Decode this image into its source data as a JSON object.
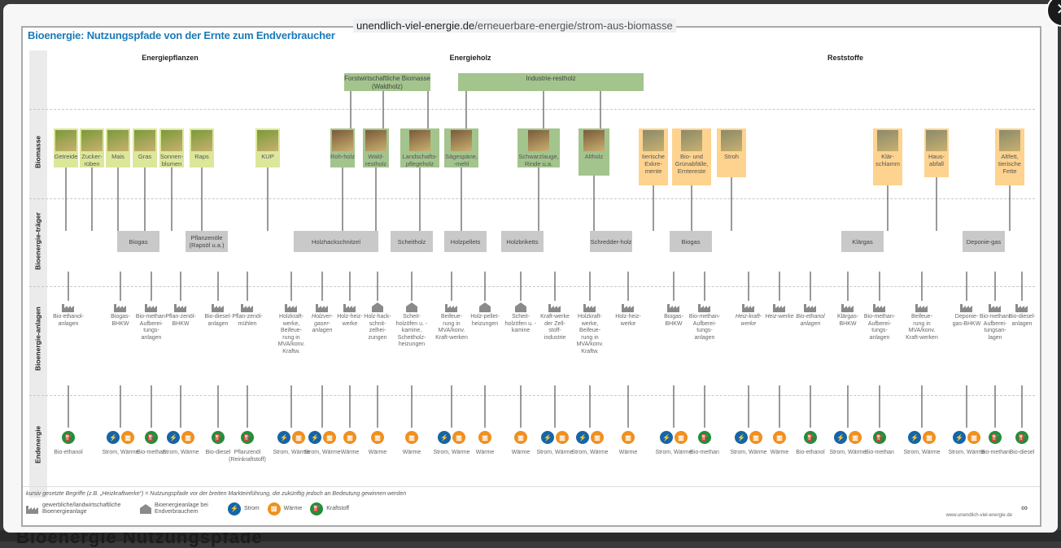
{
  "lightbox": {
    "caption_domain": "unendlich-viel-energie.de",
    "caption_path": "/erneuerbare-energie/strom-aus-biomasse",
    "close_icon": "close-icon",
    "background_text": "Bioenergie Nutzungspfade"
  },
  "diagram": {
    "title": "Bioenergie: Nutzungspfade von der Ernte zum Endverbraucher",
    "rows": [
      "Biomasse",
      "Bioenergie-träger",
      "Bioenergie-anlagen",
      "Endenergie"
    ],
    "categories": [
      {
        "label": "Energiepflanzen",
        "color": "#dde79a"
      },
      {
        "label": "Energieholz",
        "color": "#a3c48d"
      },
      {
        "label": "Reststoffe",
        "color": "#fdd38f"
      }
    ],
    "sources": [
      "Forstwirtschaftliche Biomasse (Waldholz)",
      "Industrie-restholz"
    ],
    "biomass": [
      {
        "label": "Getreide",
        "group": "plants"
      },
      {
        "label": "Zucker-rüben",
        "group": "plants"
      },
      {
        "label": "Mais",
        "group": "plants"
      },
      {
        "label": "Gras",
        "group": "plants"
      },
      {
        "label": "Sonnen-blumen",
        "group": "plants"
      },
      {
        "label": "Raps",
        "group": "plants"
      },
      {
        "label": "KUP",
        "group": "plants"
      },
      {
        "label": "Roh-holz",
        "group": "wood"
      },
      {
        "label": "Wald-restholz",
        "group": "wood"
      },
      {
        "label": "Landschafts-pflegeholz",
        "group": "wood"
      },
      {
        "label": "Sägespäne, -mehl",
        "group": "wood"
      },
      {
        "label": "Schwarzlauge, Rinde u.a.",
        "group": "wood"
      },
      {
        "label": "Altholz",
        "group": "wood"
      },
      {
        "label": "tierische Exkre-mente",
        "group": "rest"
      },
      {
        "label": "Bio- und Grünabfälle, Erntereste",
        "group": "rest"
      },
      {
        "label": "Stroh",
        "group": "rest"
      },
      {
        "label": "Klär-schlamm",
        "group": "rest"
      },
      {
        "label": "Haus-abfall",
        "group": "rest"
      },
      {
        "label": "Altfett, tierische Fette",
        "group": "rest"
      }
    ],
    "carriers": [
      "Biogas",
      "Pflanzenöle (Rapsöl u.a.)",
      "Holzhackschnitzel",
      "Scheitholz",
      "Holzpellets",
      "Holzbriketts",
      "Schredder-holz",
      "Biogas",
      "Klärgas",
      "Deponie-gas"
    ],
    "plants": [
      {
        "label": "Bio-ethanol-anlagen",
        "type": "industrial",
        "italic": false
      },
      {
        "label": "Biogas-BHKW",
        "type": "industrial",
        "italic": false
      },
      {
        "label": "Bio-methan-Aufberei-tungs-anlagen",
        "type": "industrial",
        "italic": false
      },
      {
        "label": "Pflan-zenöl-BHKW",
        "type": "industrial",
        "italic": false
      },
      {
        "label": "Bio-diesel-anlagen",
        "type": "industrial",
        "italic": false
      },
      {
        "label": "Pflan-zenöl-mühlen",
        "type": "industrial",
        "italic": false
      },
      {
        "label": "Holzkraft-werke, Beifeue-rung in MVA/konv. Kraftw.",
        "type": "industrial",
        "italic": false
      },
      {
        "label": "Holzver-gaser-anlagen",
        "type": "industrial",
        "italic": true
      },
      {
        "label": "Holz-heiz-werke",
        "type": "industrial",
        "italic": false
      },
      {
        "label": "Holz-hack-schnit-zelhei-zungen",
        "type": "consumer",
        "italic": false
      },
      {
        "label": "Scheit-holzöfen u. -kamine, Scheitholz-heizungen",
        "type": "consumer",
        "italic": false
      },
      {
        "label": "Beifeue-rung in MVA/konv. Kraft-werken",
        "type": "industrial",
        "italic": false
      },
      {
        "label": "Holz-pellet-heizungen",
        "type": "consumer",
        "italic": false
      },
      {
        "label": "Scheit-holzöfen u. -kamine",
        "type": "consumer",
        "italic": false
      },
      {
        "label": "Kraft-werke der Zell-stoff-industrie",
        "type": "industrial",
        "italic": false
      },
      {
        "label": "Holzkraft-werke, Beifeue-rung in MVA/konv. Kraftw.",
        "type": "industrial",
        "italic": false
      },
      {
        "label": "Holz-heiz-werke",
        "type": "industrial",
        "italic": false
      },
      {
        "label": "Biogas-BHKW",
        "type": "industrial",
        "italic": false
      },
      {
        "label": "Bio-methan-Aufberei-tungs-anlagen",
        "type": "industrial",
        "italic": false
      },
      {
        "label": "Heiz-kraft-werke",
        "type": "industrial",
        "italic": true
      },
      {
        "label": "Heiz-werke",
        "type": "industrial",
        "italic": true
      },
      {
        "label": "Bio-ethanol anlagen",
        "type": "industrial",
        "italic": true
      },
      {
        "label": "Klärgas-BHKW",
        "type": "industrial",
        "italic": false
      },
      {
        "label": "Bio-methan-Aufberei-tungs-anlagen",
        "type": "industrial",
        "italic": false
      },
      {
        "label": "Beifeue-rung in MVA/konv. Kraft-werken",
        "type": "industrial",
        "italic": false
      },
      {
        "label": "Deponie-gas-BHKW",
        "type": "industrial",
        "italic": false
      },
      {
        "label": "Bio-methan-Aufberei-tungsan-lagen",
        "type": "industrial",
        "italic": false
      },
      {
        "label": "Bio-diesel-anlagen",
        "type": "industrial",
        "italic": false
      }
    ],
    "endenergy": [
      {
        "label": "Bio-ethanol",
        "icons": [
          "fuel"
        ]
      },
      {
        "label": "Strom, Wärme",
        "icons": [
          "power",
          "heat"
        ]
      },
      {
        "label": "Bio-methan",
        "icons": [
          "fuel"
        ]
      },
      {
        "label": "Strom, Wärme",
        "icons": [
          "power",
          "heat"
        ]
      },
      {
        "label": "Bio-diesel",
        "icons": [
          "fuel"
        ]
      },
      {
        "label": "Pflanzenöl (Reinkraftstoff)",
        "icons": [
          "fuel"
        ]
      },
      {
        "label": "Strom, Wärme",
        "icons": [
          "power",
          "heat"
        ]
      },
      {
        "label": "Strom, Wärme",
        "icons": [
          "power",
          "heat"
        ]
      },
      {
        "label": "Wärme",
        "icons": [
          "heat"
        ]
      },
      {
        "label": "Wärme",
        "icons": [
          "heat"
        ]
      },
      {
        "label": "Wärme",
        "icons": [
          "heat"
        ]
      },
      {
        "label": "Strom, Wärme",
        "icons": [
          "power",
          "heat"
        ]
      },
      {
        "label": "Wärme",
        "icons": [
          "heat"
        ]
      },
      {
        "label": "Wärme",
        "icons": [
          "heat"
        ]
      },
      {
        "label": "Strom, Wärme",
        "icons": [
          "power",
          "heat"
        ]
      },
      {
        "label": "Strom, Wärme",
        "icons": [
          "power",
          "heat"
        ]
      },
      {
        "label": "Wärme",
        "icons": [
          "heat"
        ]
      },
      {
        "label": "Strom, Wärme",
        "icons": [
          "power",
          "heat"
        ]
      },
      {
        "label": "Bio-methan",
        "icons": [
          "fuel"
        ]
      },
      {
        "label": "Strom, Wärme",
        "icons": [
          "power",
          "heat"
        ]
      },
      {
        "label": "Wärme",
        "icons": [
          "heat"
        ]
      },
      {
        "label": "Bio-ethanol",
        "icons": [
          "fuel"
        ]
      },
      {
        "label": "Strom, Wärme",
        "icons": [
          "power",
          "heat"
        ]
      },
      {
        "label": "Bio-methan",
        "icons": [
          "fuel"
        ]
      },
      {
        "label": "Strom, Wärme",
        "icons": [
          "power",
          "heat"
        ]
      },
      {
        "label": "Strom, Wärme",
        "icons": [
          "power",
          "heat"
        ]
      },
      {
        "label": "Bio-methan",
        "icons": [
          "fuel"
        ]
      },
      {
        "label": "Bio-diesel",
        "icons": [
          "fuel"
        ]
      }
    ],
    "footnote": "kursiv gesetzte Begriffe (z.B. „Heizkraftwerke“) = Nutzungspfade vor der breiten Markteinführung, die zukünftig jedoch an Bedeutung gewinnen werden",
    "legend": [
      {
        "icon": "industrial-plant-icon",
        "label": "gewerbliche/landwirtschaftliche Bioenergieanlage"
      },
      {
        "icon": "consumer-plant-icon",
        "label": "Bioenergieanlage bei Endverbrauchern"
      },
      {
        "icon": "power-icon",
        "label": "Strom"
      },
      {
        "icon": "heat-icon",
        "label": "Wärme"
      },
      {
        "icon": "fuel-icon",
        "label": "Kraftstoff"
      }
    ],
    "credit": "www.unendlich-viel-energie.de",
    "colors": {
      "title": "#1a7ab8",
      "power": "#1565a8",
      "heat": "#f0901e",
      "fuel": "#1f8f3a",
      "carrier": "#c9c9c9",
      "plant_icon": "#8a8a8a"
    }
  }
}
